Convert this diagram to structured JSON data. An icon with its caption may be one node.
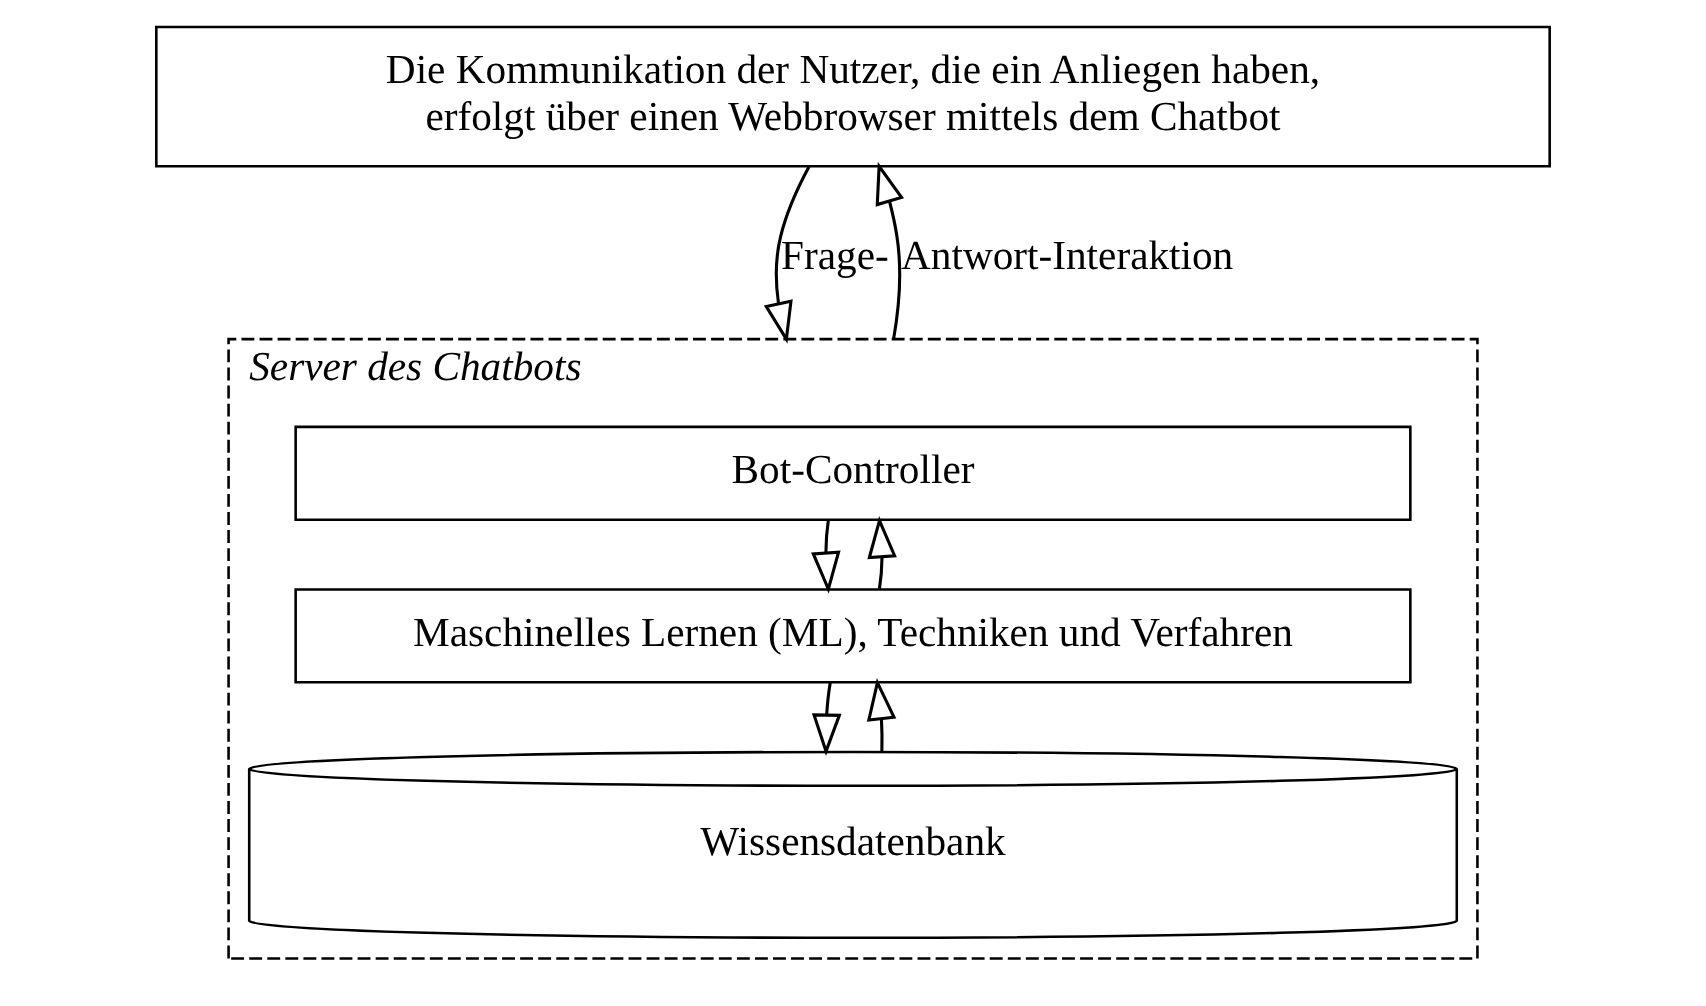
{
  "diagram": {
    "nodes": [
      {
        "text": [
          "Die Kommunikation der Nutzer, die ein Anliegen haben, erfolgt über einen Webbrowser mittels dem Chatbot"
        ]
      },
      {
        "text": [
          "Server des Chatbots"
        ]
      },
      {
        "text": [
          "Bot-Controller"
        ],
        "in": 1
      },
      {
        "text": [
          "Maschinelles Lernen (ML), Techniken und Verfahren"
        ],
        "in": 1
      },
      {
        "text": [
          "Wissensdatenbank"
        ],
        "in": 1
      }
    ],
    "edges": [
      {
        "from": 0,
        "to": 1,
        "arrow": "to",
        "label": "Frage-"
      },
      {
        "from": 1,
        "to": 0,
        "arrow": "to",
        "label": "Antwort-Interaktion"
      },
      {
        "from": 2,
        "to": 3,
        "arrow": "to"
      },
      {
        "from": 3,
        "to": 2,
        "arrow": "to"
      },
      {
        "from": 3,
        "to": 4,
        "arrow": "to"
      },
      {
        "from": 4,
        "to": 3,
        "arrow": "to"
      }
    ]
  }
}
